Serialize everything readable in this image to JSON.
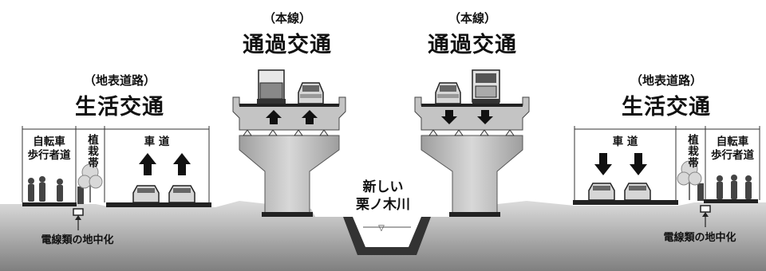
{
  "left_side": {
    "note": "（地表道路）",
    "title": "生活交通",
    "zone_cycle_line1": "自転車",
    "zone_cycle_line2": "歩行者道",
    "zone_plant": "植栽帯",
    "zone_road": "車 道",
    "underground": "電線類の地中化"
  },
  "left_bridge": {
    "note": "（本線）",
    "title": "通過交通"
  },
  "right_bridge": {
    "note": "（本線）",
    "title": "通過交通"
  },
  "right_side": {
    "note": "（地表道路）",
    "title": "生活交通",
    "zone_road": "車 道",
    "zone_plant": "植栽帯",
    "zone_cycle_line1": "自転車",
    "zone_cycle_line2": "歩行者道",
    "underground": "電線類の地中化"
  },
  "river": {
    "line1": "新しい",
    "line2": "栗ノ木川"
  },
  "colors": {
    "ground_top": "#d0d0d0",
    "ground_bottom": "#8a8a8a",
    "concrete": "#bdbdbd",
    "dark": "#222222"
  }
}
